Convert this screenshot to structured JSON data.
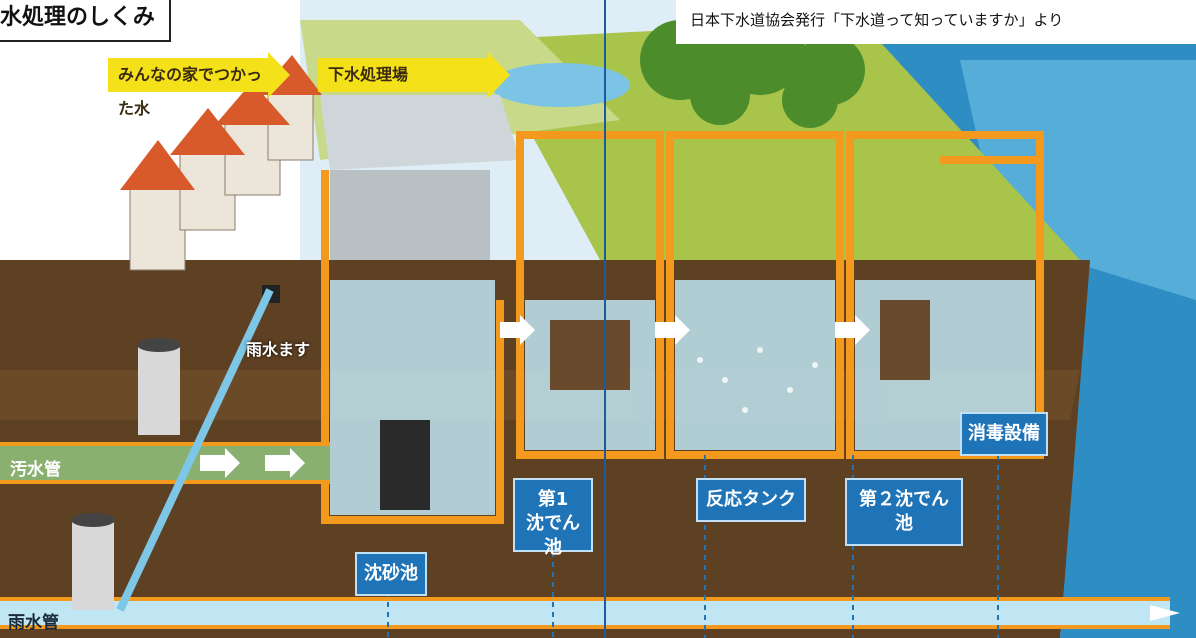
{
  "title": "水処理のしくみ",
  "credit": "日本下水道協会発行「下水道って知っていますか」より",
  "banners": {
    "houses": "みんなの家でつかった水",
    "plant": "下水処理場"
  },
  "pipes": {
    "sewage": "汚水管",
    "storm": "雨水管",
    "inlet": "雨水ます"
  },
  "stages": {
    "grit": "沈砂池",
    "primary_line1": "第1",
    "primary_line2": "沈でん池",
    "reaction": "反応タンク",
    "secondary": "第２沈でん池",
    "disinfection": "消毒設備"
  },
  "colors": {
    "frame": "#f39a1e",
    "soil": "#5e4022",
    "water": "#bfe6f2",
    "sea": "#2e8ec4",
    "label": "#1f74b8",
    "banner": "#f5e11a"
  }
}
